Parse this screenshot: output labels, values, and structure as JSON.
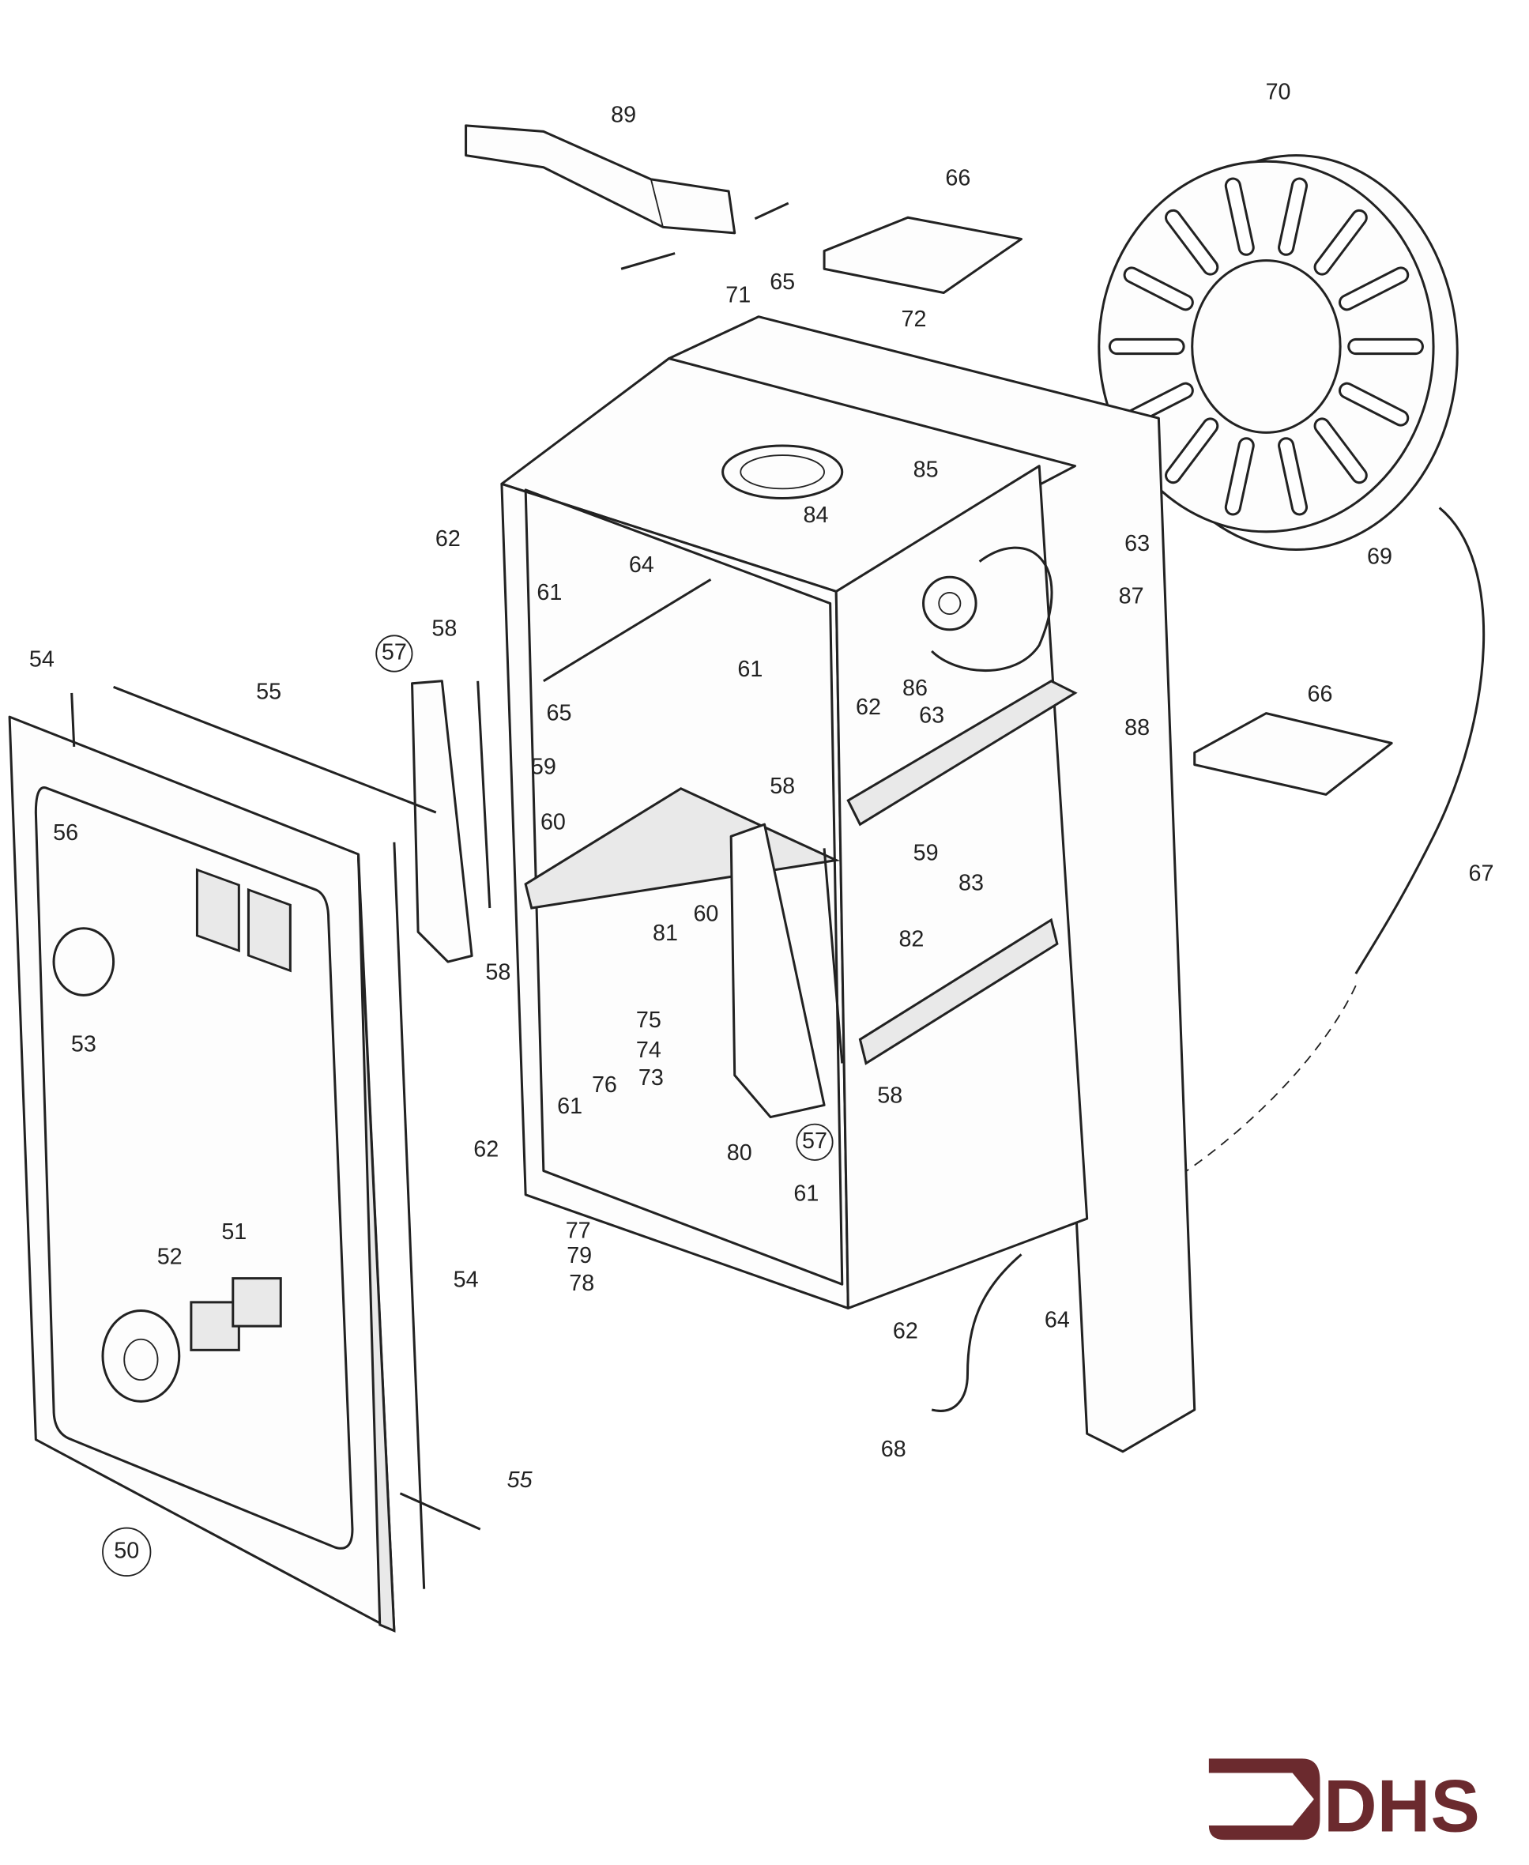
{
  "diagram": {
    "type": "exploded parts diagram",
    "labels": [
      "89",
      "70",
      "66",
      "65",
      "71",
      "72",
      "85",
      "84",
      "63",
      "62",
      "61",
      "64",
      "87",
      "69",
      "58",
      "57",
      "54",
      "55",
      "61",
      "62",
      "86",
      "63",
      "88",
      "66",
      "65",
      "59",
      "56",
      "60",
      "58",
      "59",
      "83",
      "67",
      "82",
      "81",
      "60",
      "58",
      "75",
      "74",
      "53",
      "73",
      "58",
      "76",
      "61",
      "62",
      "57",
      "80",
      "61",
      "51",
      "52",
      "77",
      "79",
      "54",
      "78",
      "64",
      "62",
      "68",
      "55",
      "50"
    ],
    "logo_text": "DHS",
    "colors": {
      "line": "#222222",
      "logo": "#6b2a2e"
    }
  }
}
